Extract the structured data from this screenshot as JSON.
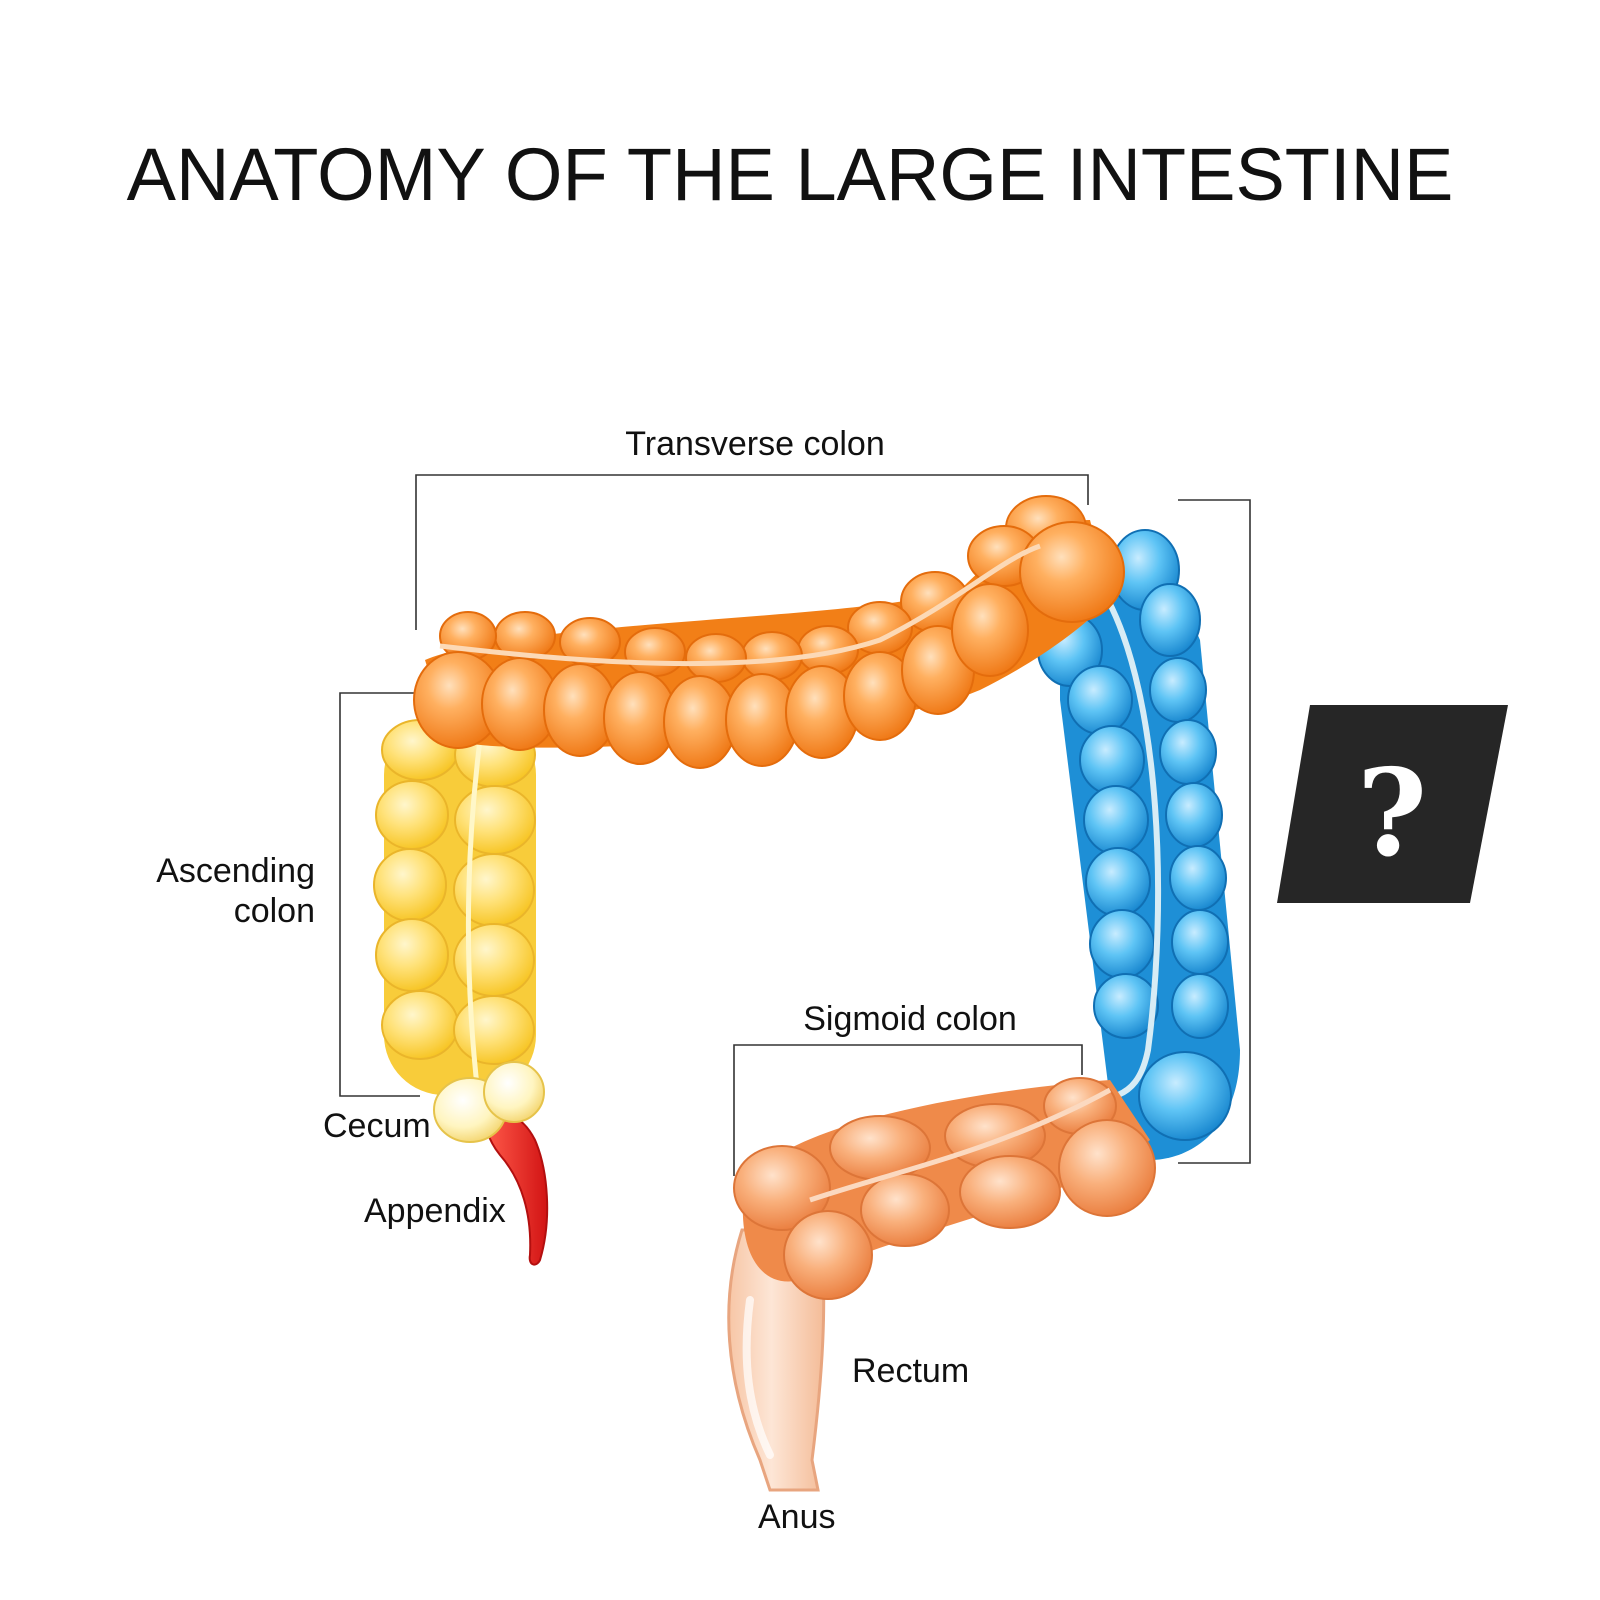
{
  "title": "ANATOMY OF THE LARGE INTESTINE",
  "labels": {
    "transverse": "Transverse colon",
    "ascending_line1": "Ascending",
    "ascending_line2": "colon",
    "cecum": "Cecum",
    "appendix": "Appendix",
    "sigmoid": "Sigmoid colon",
    "rectum": "Rectum",
    "anus": "Anus"
  },
  "hidden_label": "?",
  "colors": {
    "transverse": "#f7891f",
    "ascending": "#ffd34d",
    "descending": "#2aa6e6",
    "sigmoid": "#f59a55",
    "rectum": "#fbd2b6",
    "appendix": "#e21f1f",
    "cecum": "#fff1a8",
    "quiz_box": "#262626"
  }
}
